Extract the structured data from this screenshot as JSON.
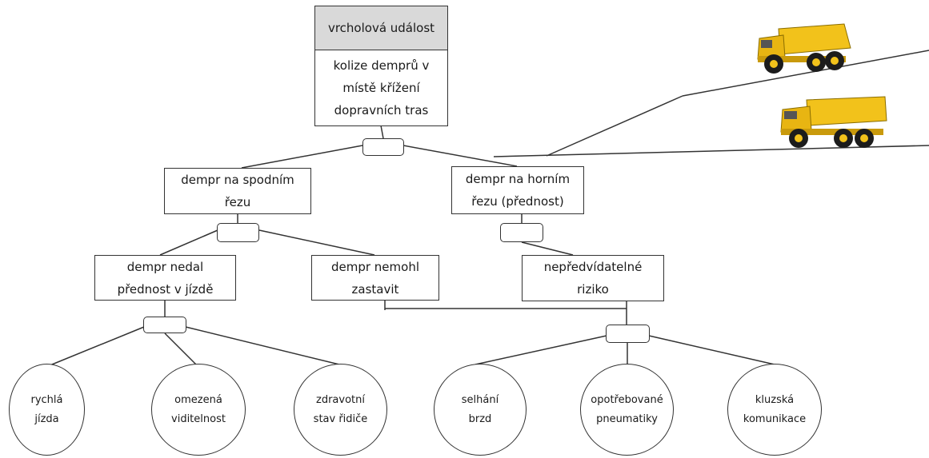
{
  "diagram": {
    "top_event": {
      "header": "vrcholová událost",
      "text": "kolize demprů v\nmístě křížení\ndopravních tras"
    },
    "level1": [
      {
        "text": "dempr na spodním\nřezu"
      },
      {
        "text": "dempr na horním\nřezu (přednost)"
      }
    ],
    "level2": [
      {
        "text": "dempr nedal\npřednost v jízdě"
      },
      {
        "text": "dempr nemohl\nzastavit"
      },
      {
        "text": "nepředvídatelné\nriziko"
      }
    ],
    "basic_events": [
      {
        "text": "rychlá\njízda"
      },
      {
        "text": "omezená\nviditelnost"
      },
      {
        "text": "zdravotní\nstav řidiče"
      },
      {
        "text": "selhání\nbrzd"
      },
      {
        "text": "opotřebované\npneumatiky"
      },
      {
        "text": "kluzská\nkomunikace"
      }
    ],
    "colors": {
      "top_event_header_fill": "#d9d9d9",
      "truck_body": "#f2c21b",
      "line": "#333333"
    },
    "illustration": "two yellow dump trucks on intersecting haul roads"
  }
}
